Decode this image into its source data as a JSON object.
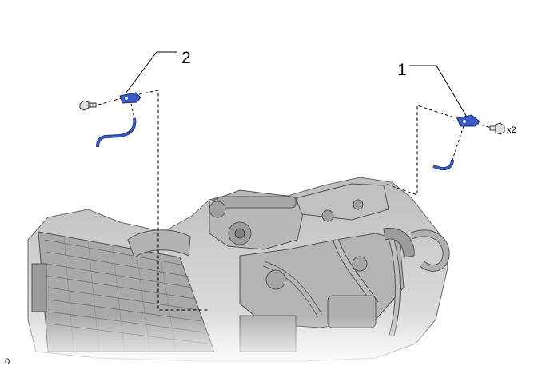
{
  "callouts": {
    "part_1": "1",
    "part_2": "2",
    "quantity_part_1_bolt": "x2"
  },
  "figure_code": "0",
  "colors": {
    "part_highlight": "#3a5bc7",
    "leader_line": "#000000",
    "engine_shade": "#c8c8c8"
  },
  "icons": {
    "bolt": "hex-flange-bolt-icon",
    "bracket": "mounting-bracket-icon",
    "wire_harness": "wire-harness-icon"
  }
}
